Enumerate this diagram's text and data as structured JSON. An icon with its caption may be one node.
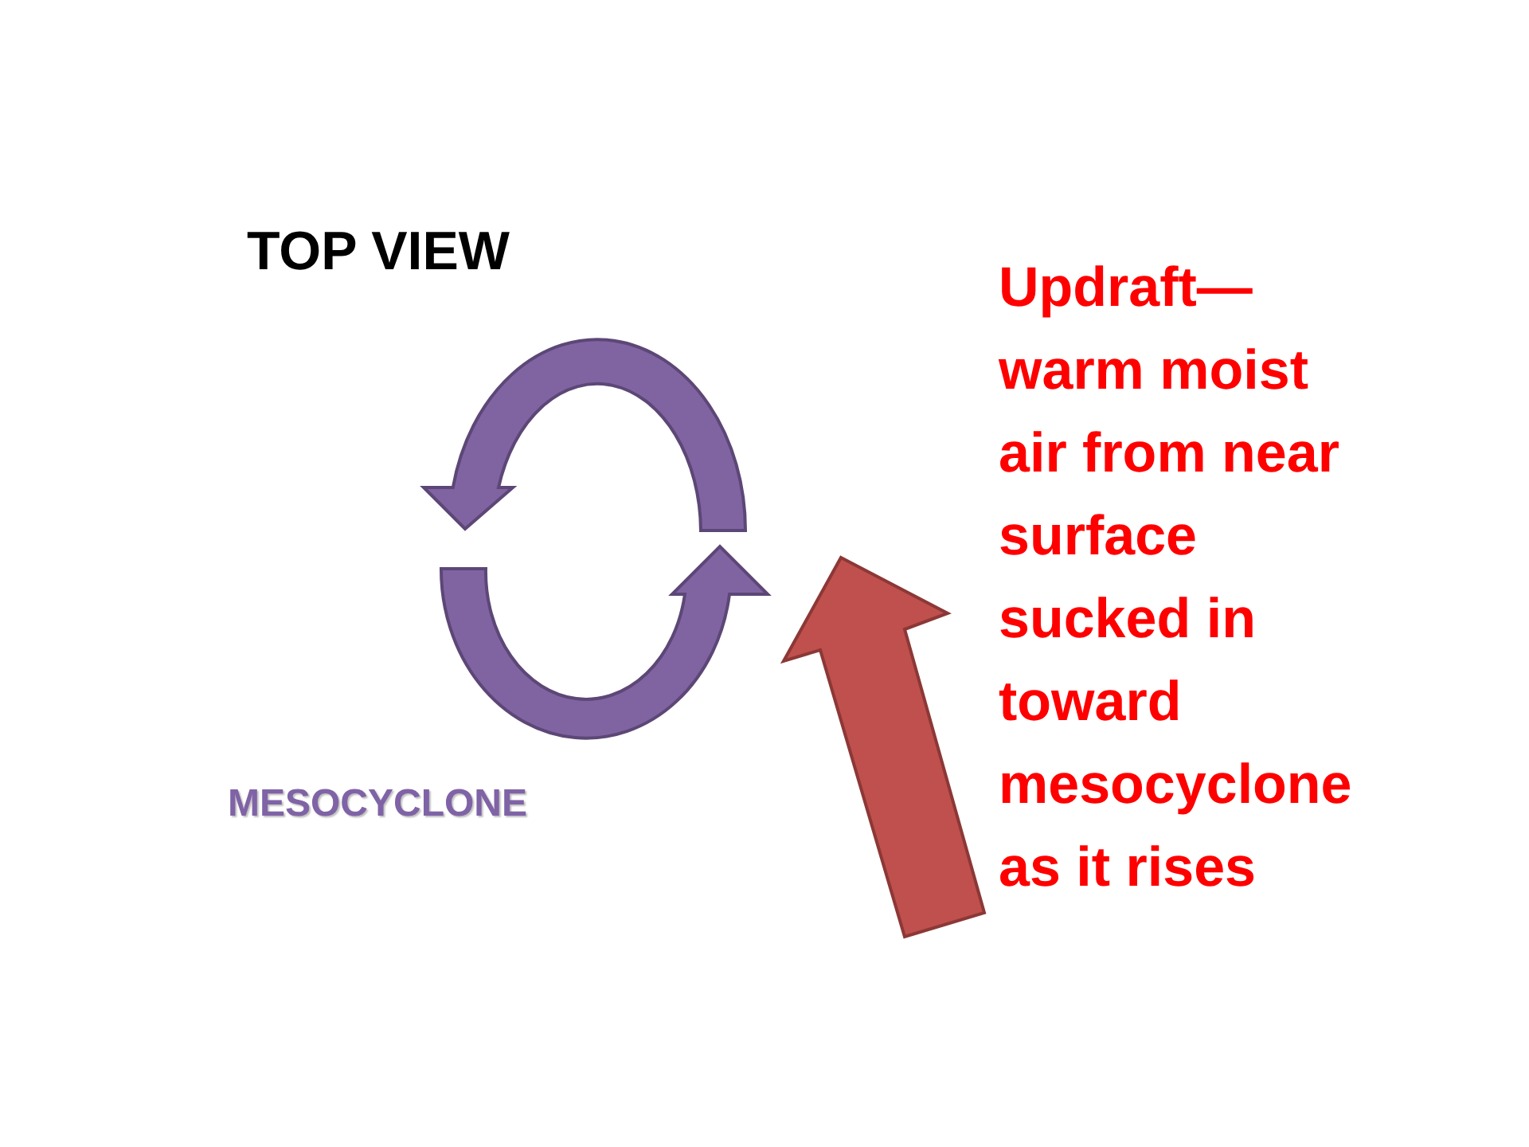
{
  "diagram": {
    "title": "TOP VIEW",
    "labels": [
      "Updraft—warm moist air from near surface sucked in toward mesocyclone as it rises",
      "MESOCYCLONE"
    ]
  }
}
